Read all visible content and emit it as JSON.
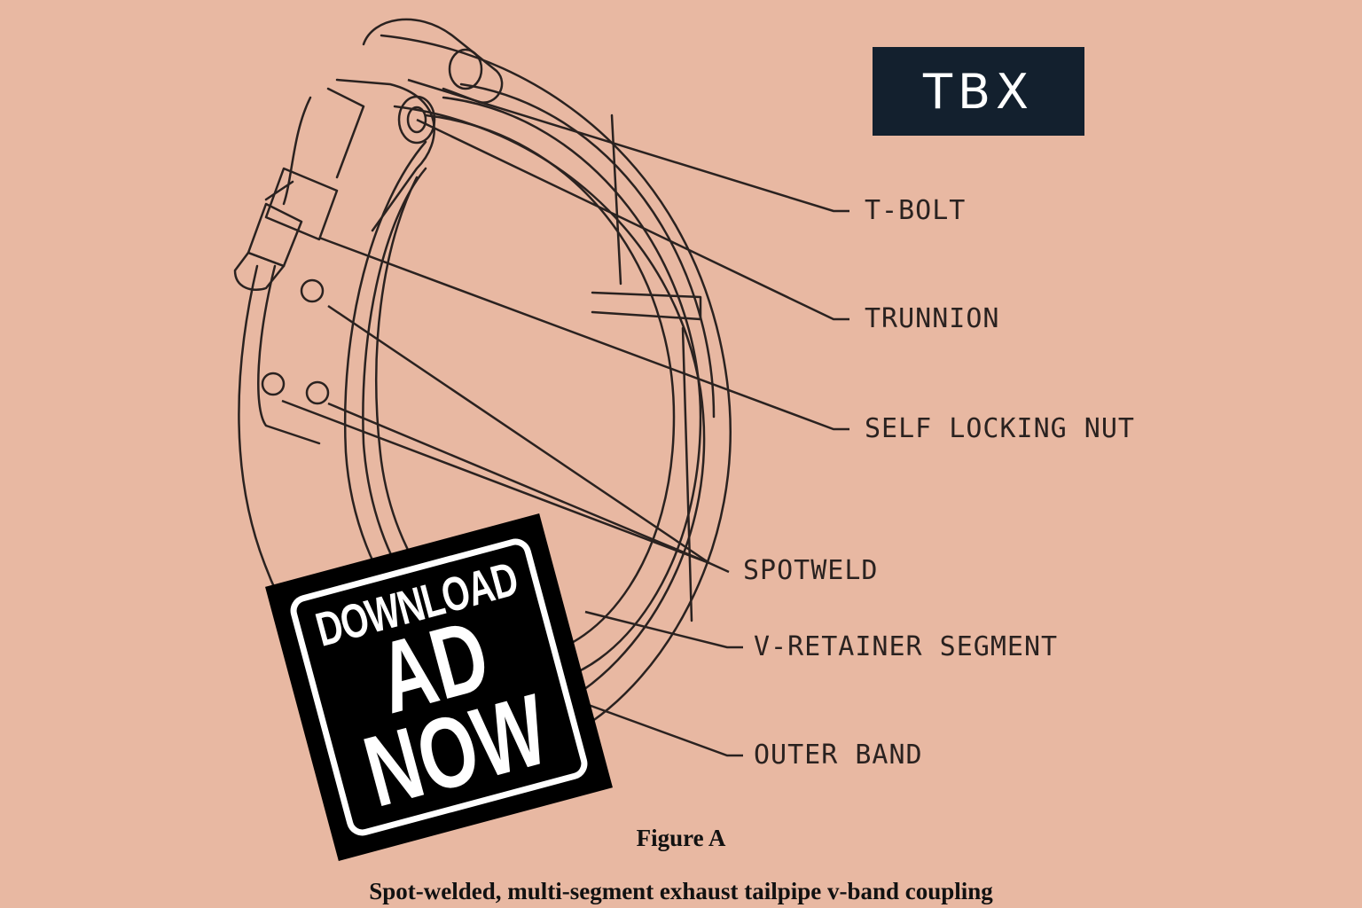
{
  "logo": {
    "text": "TBX"
  },
  "callouts": {
    "t_bolt": "T-BOLT",
    "trunnion": "TRUNNION",
    "self_locking_nut": "SELF LOCKING NUT",
    "spotweld": "SPOTWELD",
    "v_retainer_segment": "V-RETAINER SEGMENT",
    "outer_band": "OUTER BAND"
  },
  "ad_badge": {
    "line1": "DOWNLOAD",
    "line2": "AD",
    "line3": "NOW"
  },
  "figure": {
    "title": "Figure A",
    "subtitle": "Spot-welded, multi-segment exhaust tailpipe v-band coupling"
  },
  "colors": {
    "background": "#e8b8a2",
    "line": "#2a2220",
    "logo_bg": "#13202e",
    "badge_bg": "#000000"
  }
}
